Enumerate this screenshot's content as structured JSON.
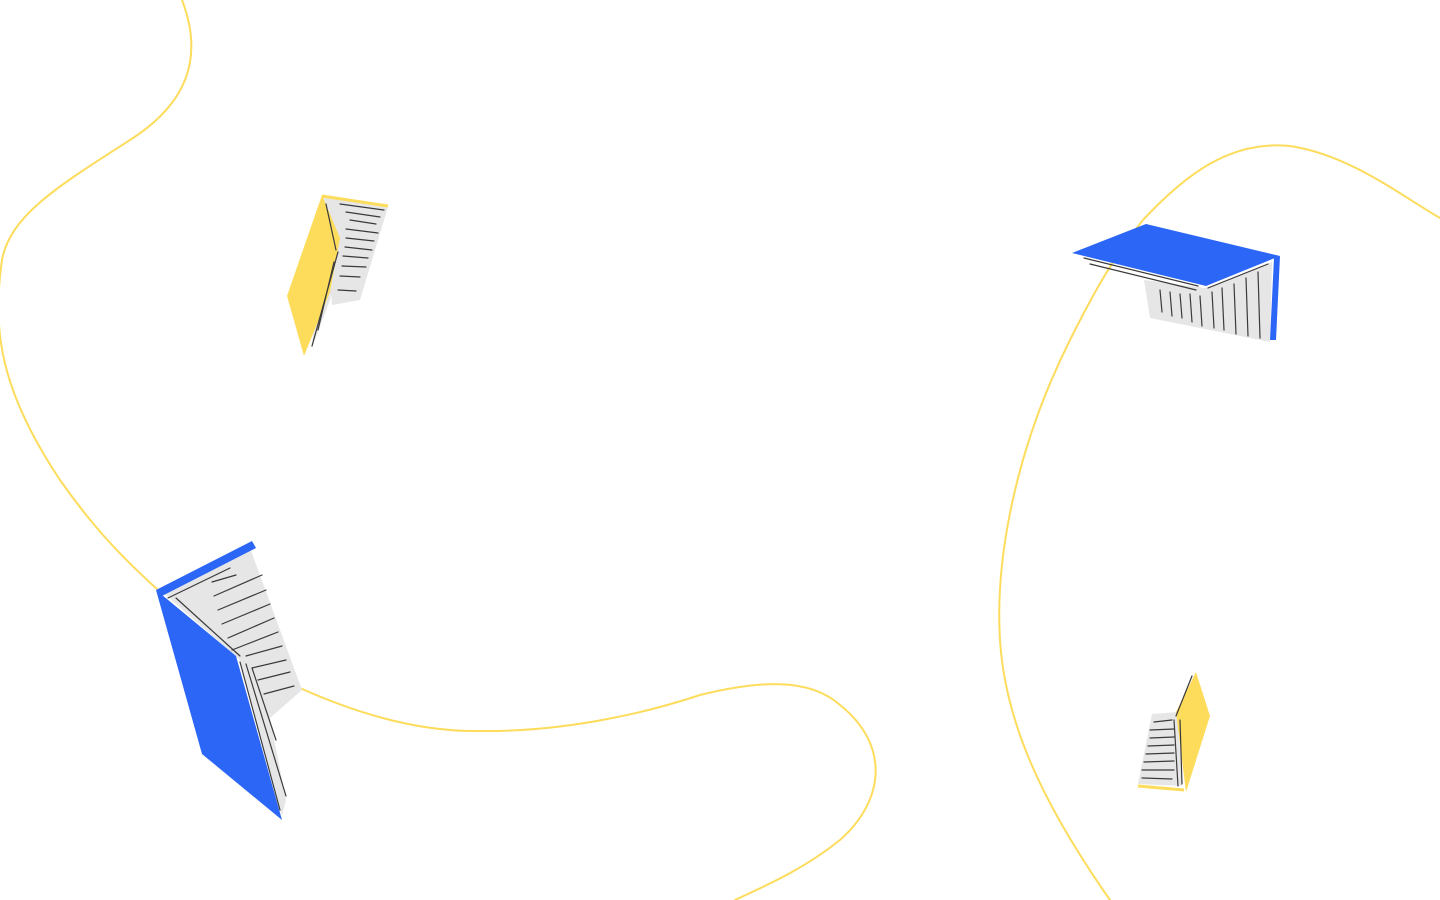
{
  "colors": {
    "background": "#ffffff",
    "curve": "#fddc5c",
    "book_blue": "#2b66f6",
    "book_yellow": "#fddc5c",
    "page": "#e6e6e6",
    "text_line": "#3a3a3a"
  },
  "illustration": {
    "icons": [
      "open-book-icon",
      "open-book-icon",
      "open-book-icon",
      "open-book-icon"
    ],
    "book_colors": [
      "yellow",
      "blue",
      "blue",
      "yellow"
    ]
  }
}
